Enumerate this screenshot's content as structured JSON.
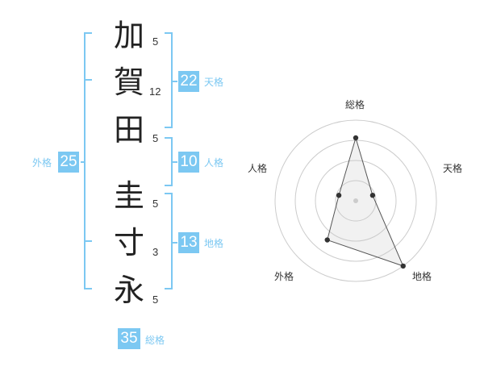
{
  "name_chars": [
    {
      "char": "加",
      "strokes": "5"
    },
    {
      "char": "賀",
      "strokes": "12"
    },
    {
      "char": "田",
      "strokes": "5"
    },
    {
      "char": "圭",
      "strokes": "5"
    },
    {
      "char": "寸",
      "strokes": "3"
    },
    {
      "char": "永",
      "strokes": "5"
    }
  ],
  "kaku": {
    "ten": {
      "value": "22",
      "label": "天格"
    },
    "jin": {
      "value": "10",
      "label": "人格"
    },
    "chi": {
      "value": "13",
      "label": "地格"
    },
    "gai": {
      "value": "25",
      "label": "外格"
    },
    "so": {
      "value": "35",
      "label": "総格"
    }
  },
  "colors": {
    "accent": "#7cc8f2",
    "text": "#222222"
  },
  "chart_data": {
    "type": "radar",
    "axes": [
      "総格",
      "天格",
      "地格",
      "外格",
      "人格"
    ],
    "values": [
      0.78,
      0.22,
      1.0,
      0.6,
      0.22
    ],
    "rings": 4
  }
}
